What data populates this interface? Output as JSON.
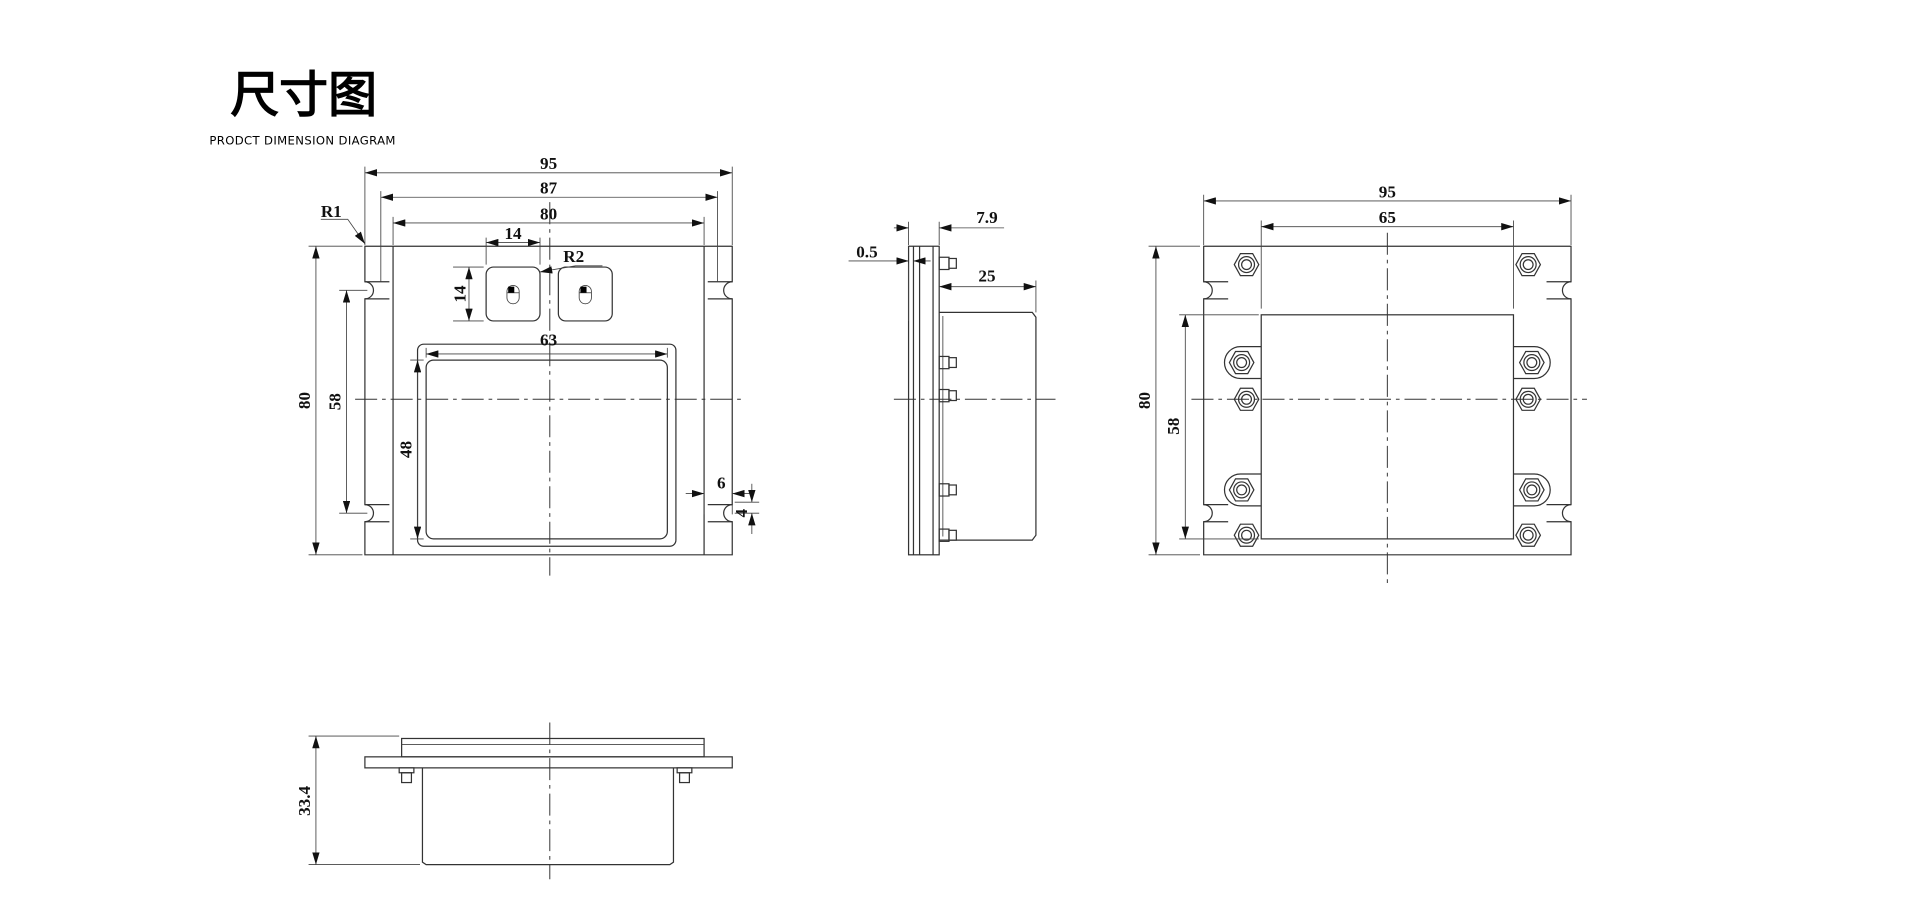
{
  "title": "尺寸图",
  "subtitle": "PRODCT DIMENSION DIAGRAM",
  "front_view": {
    "overall_width": "95",
    "slot_pitch_width": "87",
    "panel_width": "80",
    "key_width": "14",
    "key_height": "14",
    "corner_radius": "R1",
    "key_radius": "R2",
    "screen_width": "63",
    "screen_height": "48",
    "overall_height": "80",
    "slot_pitch_height": "58",
    "slot_offset": "6",
    "slot_width": "4"
  },
  "side_view": {
    "bezel_thickness": "7.9",
    "face_thickness": "0.5",
    "body_depth": "25"
  },
  "rear_view": {
    "overall_width": "95",
    "body_width": "65",
    "overall_height": "80",
    "body_height": "58"
  },
  "bottom_view": {
    "total_depth": "33.4"
  }
}
